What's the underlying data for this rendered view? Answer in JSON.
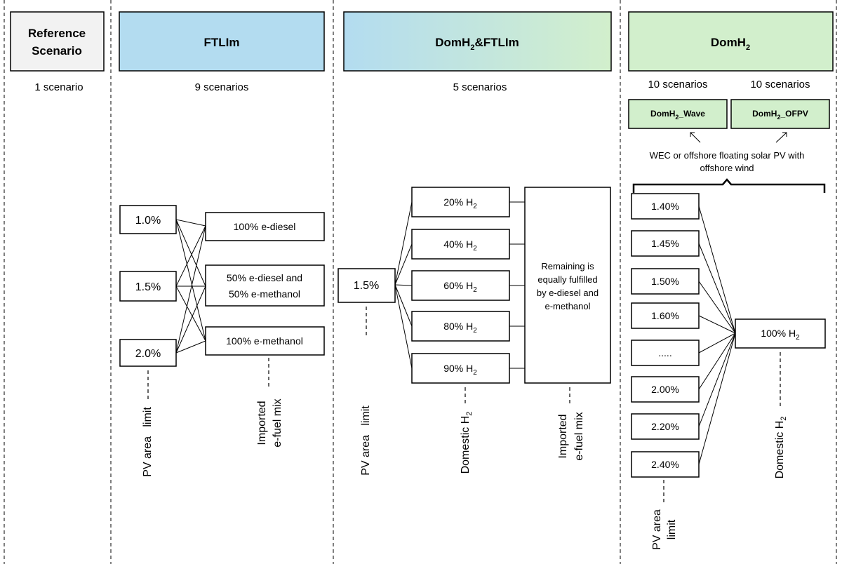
{
  "colors": {
    "reference_fill": "#f2f2f2",
    "ftlim_fill": "#b3dcf0",
    "dom_fill": "#d2efcc",
    "stroke": "#000000"
  },
  "reference": {
    "title_line1": "Reference",
    "title_line2": "Scenario",
    "count": "1 scenario"
  },
  "ftlim": {
    "title": "FTLIm",
    "count": "9 scenarios",
    "pv_options": [
      "1.0%",
      "1.5%",
      "2.0%"
    ],
    "fuel_options": [
      {
        "line1": "100% e-diesel",
        "line2": ""
      },
      {
        "line1": "50% e-diesel and",
        "line2": "50% e-methanol"
      },
      {
        "line1": "100% e-methanol",
        "line2": ""
      }
    ],
    "pv_label": "PV area   limit",
    "fuel_label_line1": "Imported",
    "fuel_label_line2": "e-fuel mix"
  },
  "domftlim": {
    "title_pre": "DomH",
    "title_sub": "2",
    "title_post": "&FTLIm",
    "count": "5 scenarios",
    "pv_option": "1.5%",
    "h2_options": [
      {
        "value": "20% H",
        "sub": "2"
      },
      {
        "value": "40% H",
        "sub": "2"
      },
      {
        "value": "60% H",
        "sub": "2"
      },
      {
        "value": "80% H",
        "sub": "2"
      },
      {
        "value": "90% H",
        "sub": "2"
      }
    ],
    "remaining_lines": [
      "Remaining is",
      "equally fulfilled",
      "by e-diesel and",
      "e-methanol"
    ],
    "pv_label": "PV area   limit",
    "h2_label_pre": "Domestic H",
    "h2_label_sub": "2",
    "fuel_label_line1": "Imported",
    "fuel_label_line2": "e-fuel mix"
  },
  "domh2": {
    "title_pre": "DomH",
    "title_sub": "2",
    "count_wave": "10 scenarios",
    "count_ofpv": "10 scenarios",
    "wave_pre": "DomH",
    "wave_sub": "2",
    "wave_post": "_Wave",
    "ofpv_pre": "DomH",
    "ofpv_sub": "2",
    "ofpv_post": "_OFPV",
    "note_line1": "WEC or offshore floating solar PV with",
    "note_line2": "offshore wind",
    "pv_options": [
      "1.40%",
      "1.45%",
      "1.50%",
      "1.60%",
      ".....",
      "2.00%",
      "2.20%",
      "2.40%"
    ],
    "h2_value": "100% H",
    "h2_sub": "2",
    "pv_label_line1": "PV area",
    "pv_label_line2": "limit",
    "h2_label_pre": "Domestic H",
    "h2_label_sub": "2"
  }
}
